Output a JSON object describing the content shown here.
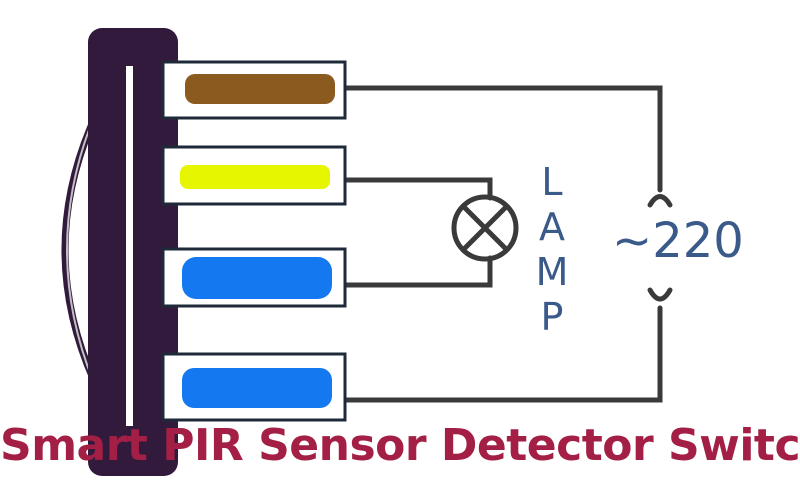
{
  "title": "Smart PIR Sensor Detector Switch",
  "lamp_label": [
    "L",
    "A",
    "M",
    "P"
  ],
  "voltage_label": "~220",
  "wires": [
    {
      "name": "brown",
      "color": "#8B5A1E"
    },
    {
      "name": "yellow",
      "color": "#E6F500"
    },
    {
      "name": "blue",
      "color": "#1478F0"
    },
    {
      "name": "blue",
      "color": "#1478F0"
    }
  ],
  "colors": {
    "sensor_body": "#311A3C",
    "title": "#A31F45",
    "circuit": "#3a3a3a"
  }
}
